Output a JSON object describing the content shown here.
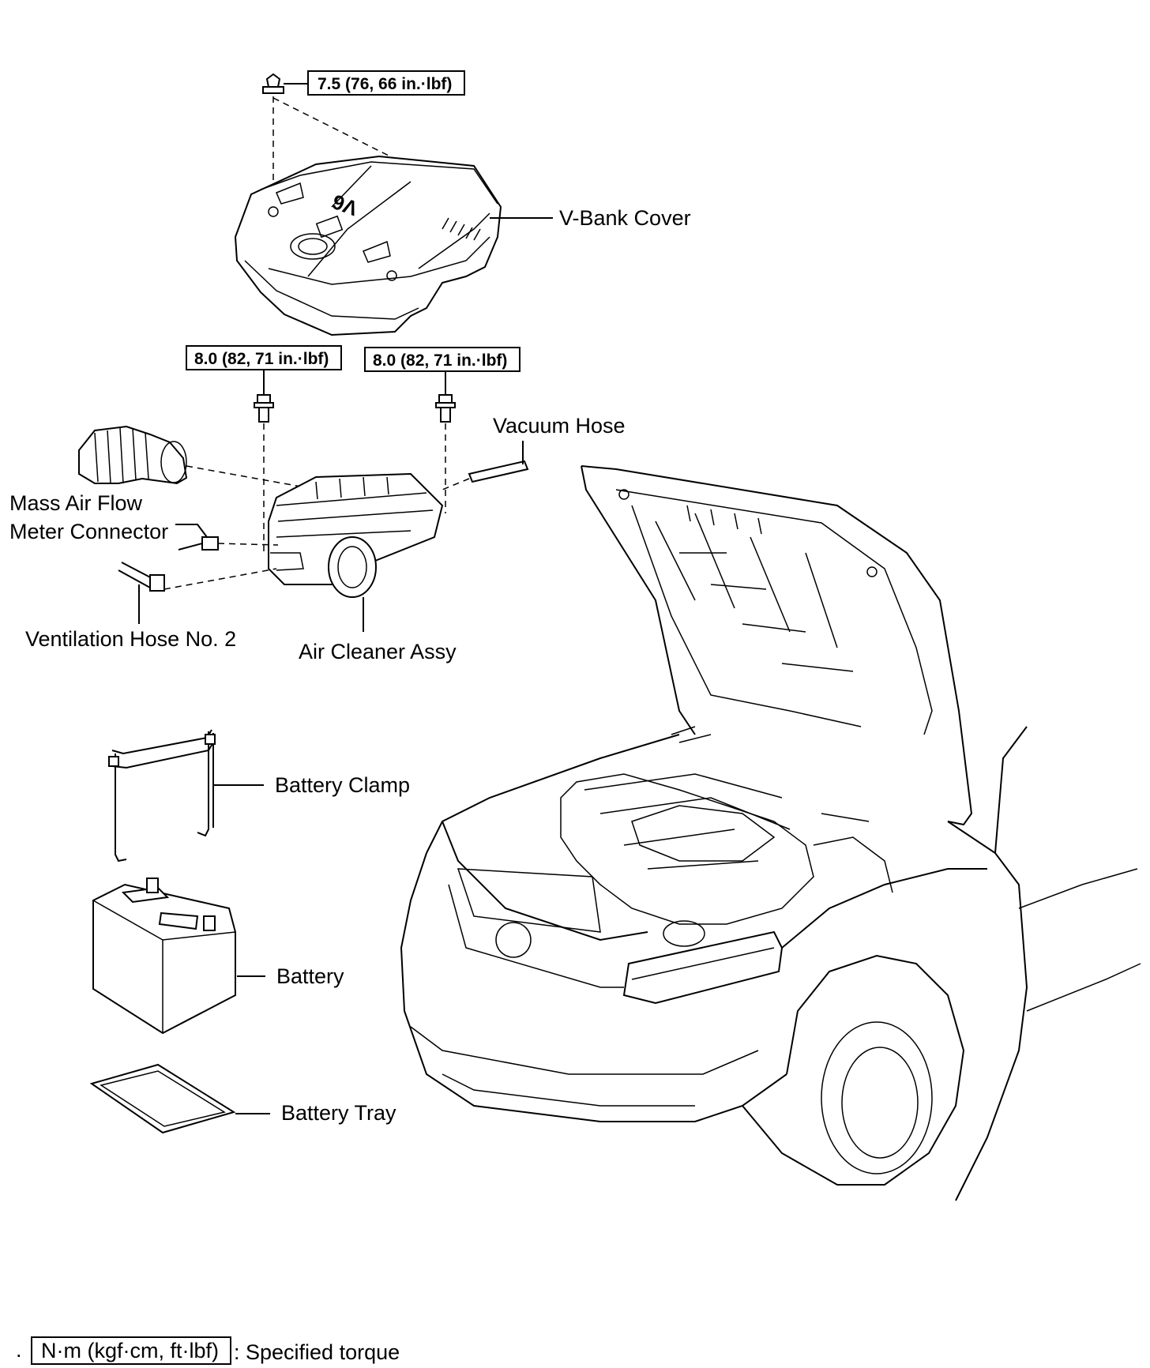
{
  "torque_specs": {
    "v_bank_nut": "7.5 (76, 66 in.·lbf)",
    "air_cleaner_left": "8.0 (82, 71 in.·lbf)",
    "air_cleaner_right": "8.0 (82, 71 in.·lbf)"
  },
  "parts": {
    "v_bank_cover": "V-Bank  Cover",
    "vacuum_hose": "Vacuum Hose",
    "maf_line1": "Mass Air Flow",
    "maf_line2": "Meter Connector",
    "ventilation_hose": "Ventilation Hose No. 2",
    "air_cleaner": "Air Cleaner Assy",
    "battery_clamp": "Battery Clamp",
    "battery": "Battery",
    "battery_tray": "Battery Tray"
  },
  "legend": {
    "bullet": ".",
    "unit_box": "N·m (kgf·cm, ft·lbf)",
    "meaning": ": Specified torque"
  },
  "cover_emblem_text": "V6"
}
